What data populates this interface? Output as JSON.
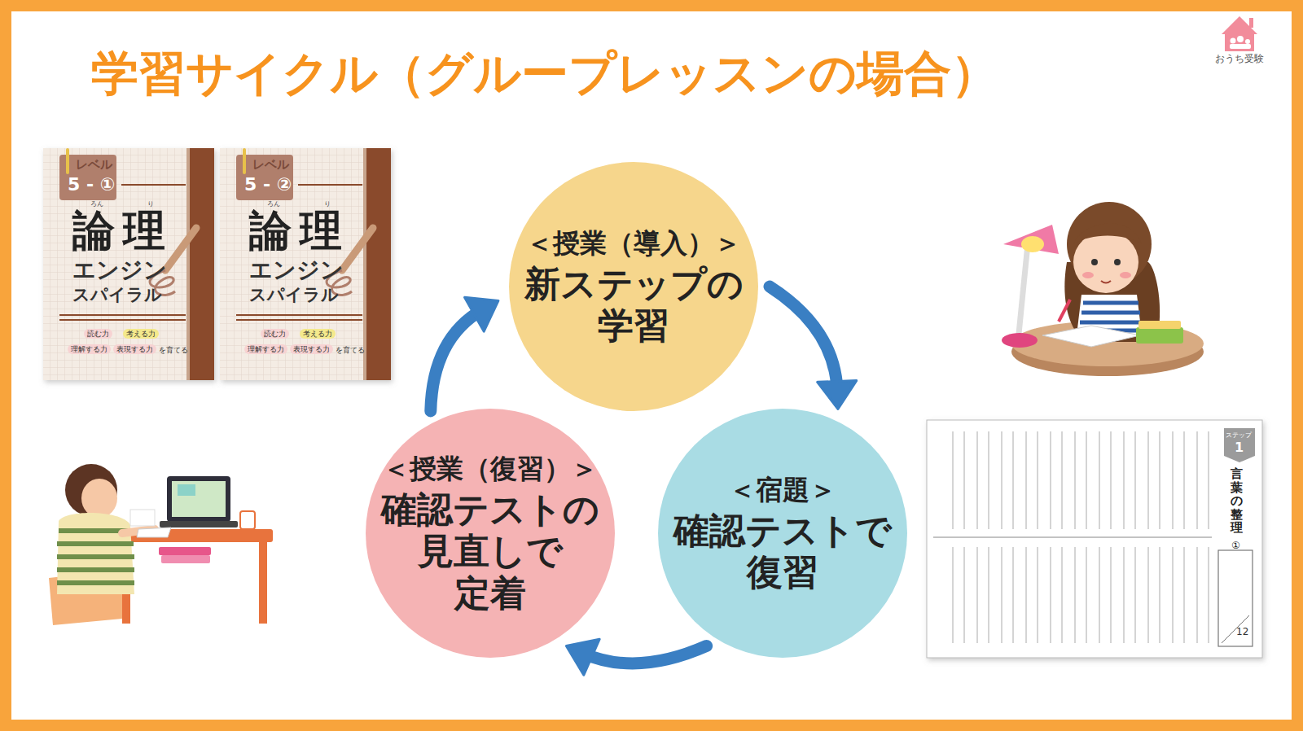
{
  "diagram": {
    "title": "学習サイクル（グループレッスンの場合）",
    "nodes": [
      {
        "text": [
          "＜授業（導入）＞",
          "新ステップの 学習"
        ]
      },
      {
        "text": [
          "＜宿題＞",
          "確認テストで 復習"
        ]
      },
      {
        "text": [
          "＜授業（復習）＞",
          "確認テストの 見直しで 定着"
        ]
      }
    ],
    "edges": [
      {
        "from": 0,
        "to": 1,
        "arrow": "to"
      },
      {
        "from": 1,
        "to": 2,
        "arrow": "to"
      },
      {
        "from": 2,
        "to": 0,
        "arrow": "to"
      }
    ],
    "labels": [
      "おうち受験",
      "レベル",
      "5 - ①",
      "ろん",
      "り",
      "論理",
      "エンジン",
      "スパイラル",
      "読む力",
      "考える力",
      "理解する力",
      "表現する力",
      "を育てる",
      "レベル",
      "5 - ②",
      "ろん",
      "り",
      "論理",
      "エンジン",
      "スパイラル",
      "読む力",
      "考える力",
      "理解する力",
      "表現する力",
      "を育てる",
      "ステップ",
      "1",
      "言葉の整理",
      "①",
      "12"
    ]
  }
}
